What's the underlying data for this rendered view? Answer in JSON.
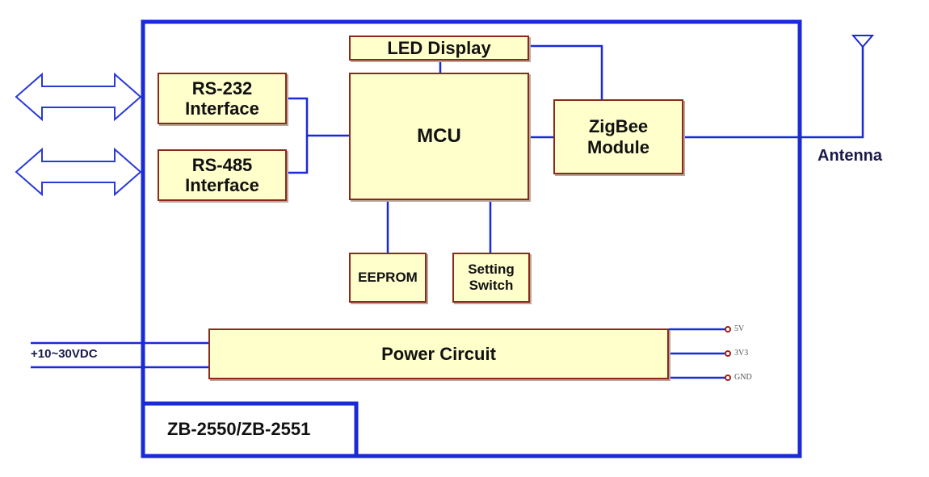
{
  "blocks": {
    "led_display": "LED Display",
    "rs232": "RS-232\nInterface",
    "rs485": "RS-485\nInterface",
    "mcu": "MCU",
    "zigbee": "ZigBee\nModule",
    "eeprom": "EEPROM",
    "setting_switch": "Setting\nSwitch",
    "power_circuit": "Power Circuit"
  },
  "labels": {
    "antenna": "Antenna",
    "power_input": "+10~30VDC",
    "model": "ZB-2550/ZB-2551"
  },
  "power_outputs": [
    "5V",
    "3V3",
    "GND"
  ],
  "colors": {
    "line": "#1a2ad6",
    "block_fill": "#ffffcc",
    "block_border": "#8b2a1a",
    "terminal": "#a0201a"
  }
}
